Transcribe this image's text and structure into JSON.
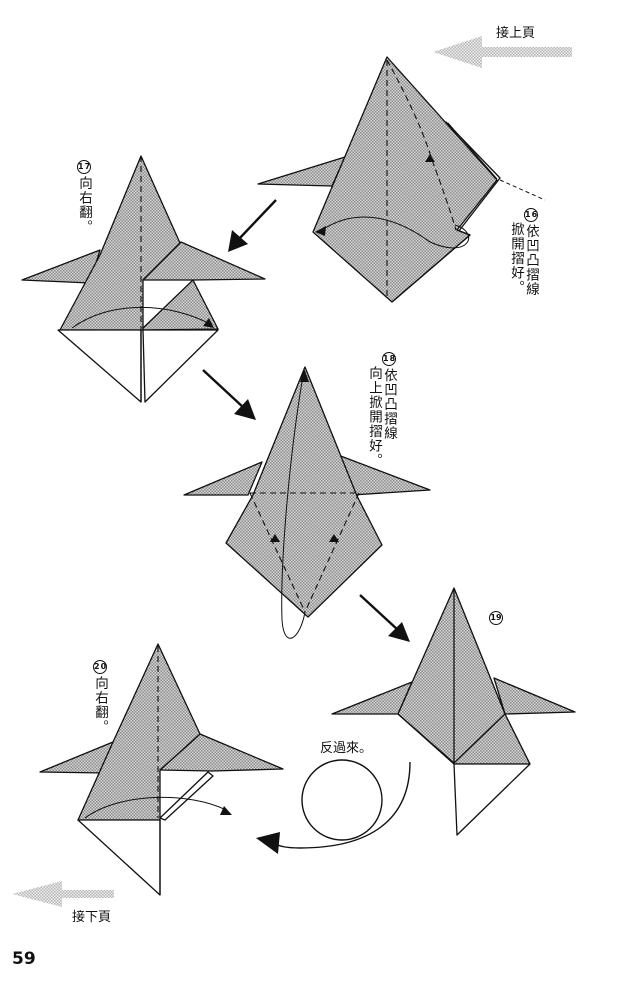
{
  "nav": {
    "prev_page_label": "接上頁",
    "next_page_label": "接下頁"
  },
  "page_number": "59",
  "steps": [
    {
      "number": "16",
      "lines": [
        "依凹凸摺線",
        "掀開摺好。"
      ]
    },
    {
      "number": "17",
      "lines": [
        "向右翻。"
      ]
    },
    {
      "number": "18",
      "lines": [
        "依凹凸摺線",
        "向上掀開摺好。"
      ]
    },
    {
      "number": "19",
      "lines": []
    },
    {
      "number": "20",
      "lines": [
        "向右翻。"
      ]
    }
  ],
  "flip_instruction": "反過來。",
  "colors": {
    "paper_fill": "#b9b9b9",
    "line": "#111111",
    "nav_arrow": "#c8c8c8"
  }
}
